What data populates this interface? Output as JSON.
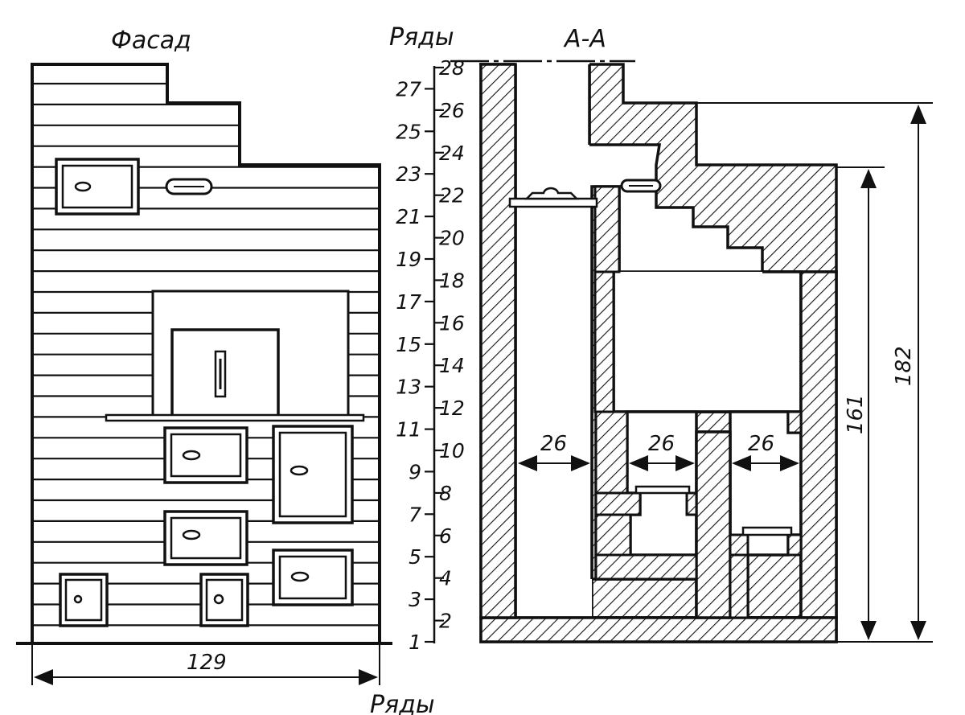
{
  "labels": {
    "facade": "Фасад",
    "section": "А-А",
    "rows_header": "Ряды",
    "rows_footer": "Ряды"
  },
  "rows": {
    "left": [
      "27",
      "25",
      "23",
      "21",
      "19",
      "17",
      "15",
      "13",
      "11",
      "9",
      "7",
      "5",
      "3",
      "1"
    ],
    "right": [
      "28",
      "26",
      "24",
      "22",
      "20",
      "18",
      "16",
      "14",
      "12",
      "10",
      "8",
      "6",
      "4",
      "2"
    ]
  },
  "dimensions": {
    "width": "129",
    "total_height": "182",
    "body_height": "161",
    "channel_1": "26",
    "channel_2": "26",
    "channel_3": "26"
  },
  "colors": {
    "ink": "#111111",
    "paper": "#ffffff"
  }
}
